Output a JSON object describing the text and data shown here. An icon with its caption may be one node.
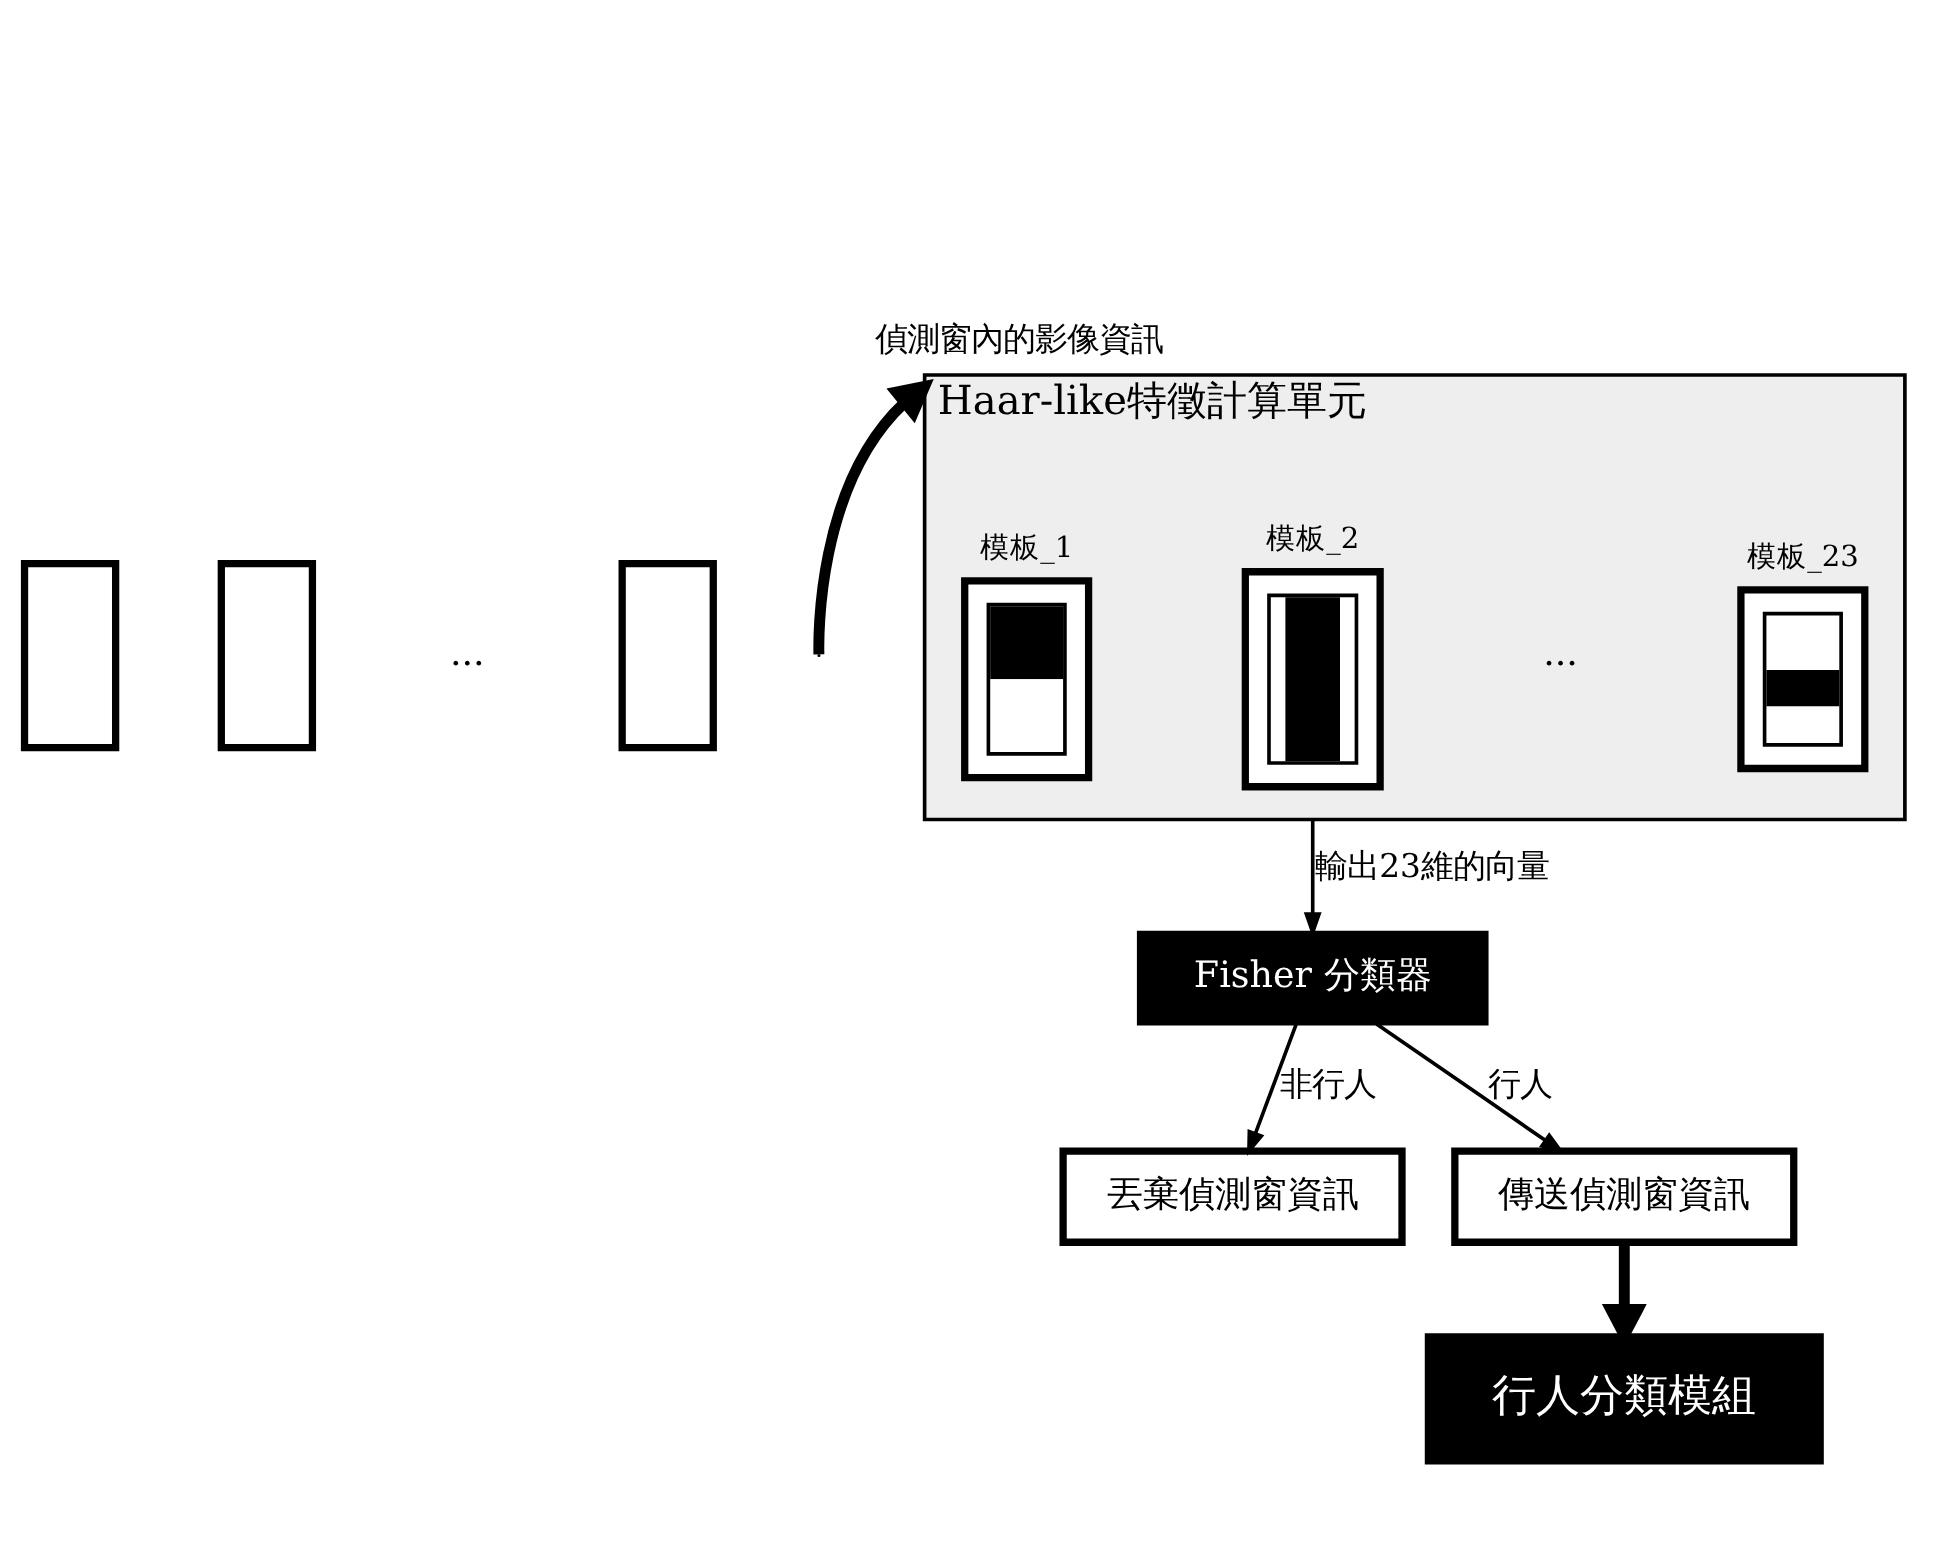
{
  "diagram": {
    "nodes": [
      {
        "text": [
          "Haar-like特徵計算單元"
        ]
      },
      {
        "text": [
          "模板_1"
        ],
        "in": 0
      },
      {
        "text": [
          "模板_2"
        ],
        "in": 0
      },
      {
        "text": [
          "模板_23"
        ],
        "in": 0
      },
      {
        "text": [],
        "shape": "box"
      },
      {
        "text": [],
        "shape": "box"
      },
      {
        "text": [],
        "shape": "box"
      },
      {
        "text": [
          "Fisher 分類器"
        ]
      },
      {
        "text": [
          "丟棄偵測窗資訊"
        ]
      },
      {
        "text": [
          "傳送偵測窗資訊"
        ]
      },
      {
        "text": [
          "行人分類模組"
        ]
      }
    ],
    "edges": [
      {
        "from": null,
        "to": 0,
        "arrow": "to",
        "label": "偵測窗內的影像資訊",
        "style": "thick"
      },
      {
        "from": 0,
        "to": 7,
        "arrow": "to",
        "label": "輸出23維的向量"
      },
      {
        "from": 7,
        "to": 8,
        "arrow": "to",
        "label": "非行人"
      },
      {
        "from": 7,
        "to": 9,
        "arrow": "to",
        "label": "行人"
      },
      {
        "from": 9,
        "to": 10,
        "arrow": "to",
        "style": "thick"
      }
    ],
    "labels": [
      "...",
      "..."
    ]
  }
}
